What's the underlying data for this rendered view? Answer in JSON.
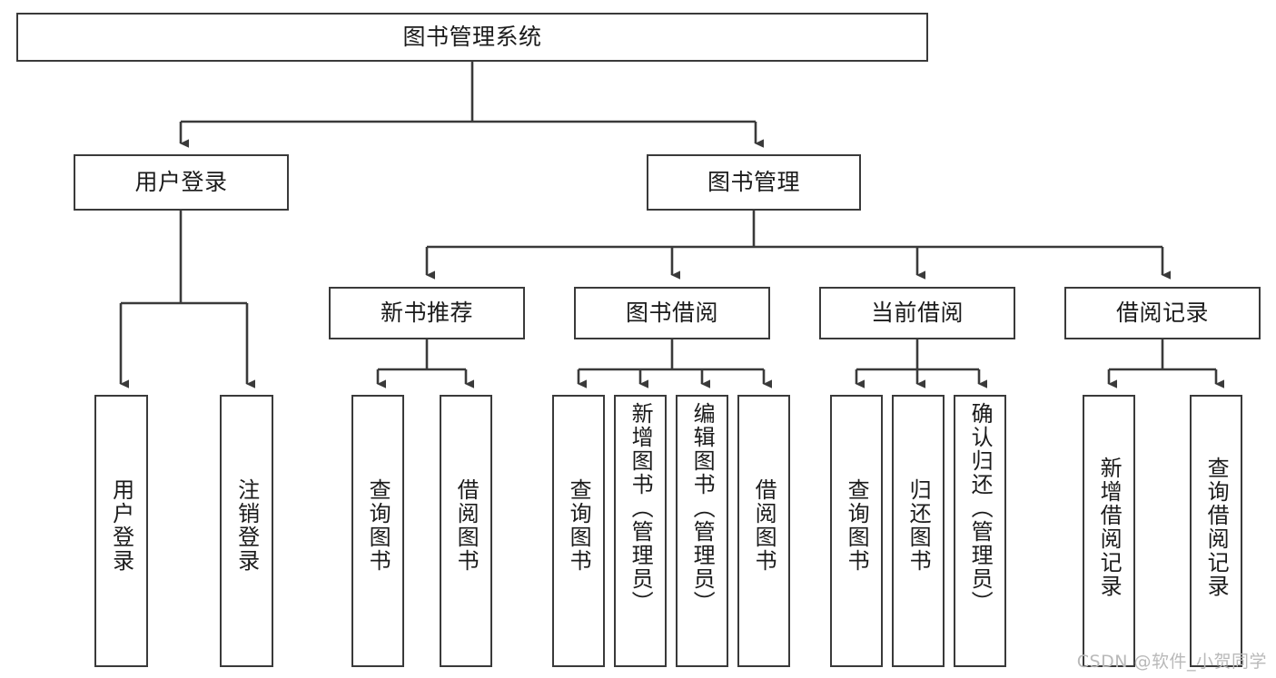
{
  "diagram": {
    "type": "tree-hierarchy",
    "title": "图书管理系统",
    "watermark": "CSDN @软件_小贺同学",
    "colors": {
      "box_border": "#3a3a3a",
      "box_fill": "#ffffff",
      "edge": "#3a3a3a",
      "text": "#1b1b1b",
      "watermark": "#b9b9b9",
      "background": "#ffffff"
    },
    "levels": {
      "root": {
        "label": "图书管理系统"
      },
      "level2": [
        {
          "id": "user-login",
          "label": "用户登录"
        },
        {
          "id": "book-management",
          "label": "图书管理"
        }
      ],
      "level3": [
        {
          "id": "new-book-recommend",
          "label": "新书推荐",
          "parent": "book-management"
        },
        {
          "id": "book-borrow",
          "label": "图书借阅",
          "parent": "book-management"
        },
        {
          "id": "current-borrow",
          "label": "当前借阅",
          "parent": "book-management"
        },
        {
          "id": "borrow-record",
          "label": "借阅记录",
          "parent": "book-management"
        }
      ],
      "leaves": [
        {
          "id": "leaf-user-login",
          "label": "用户登录",
          "parent": "user-login"
        },
        {
          "id": "leaf-user-logout",
          "label": "注销登录",
          "parent": "user-login"
        },
        {
          "id": "leaf-query-book-1",
          "label": "查询图书",
          "parent": "new-book-recommend"
        },
        {
          "id": "leaf-borrow-book-1",
          "label": "借阅图书",
          "parent": "new-book-recommend"
        },
        {
          "id": "leaf-query-book-2",
          "label": "查询图书",
          "parent": "book-borrow"
        },
        {
          "id": "leaf-add-book",
          "label": "新增图书（管理员）",
          "parent": "book-borrow"
        },
        {
          "id": "leaf-edit-book",
          "label": "编辑图书（管理员）",
          "parent": "book-borrow"
        },
        {
          "id": "leaf-borrow-book-2",
          "label": "借阅图书",
          "parent": "book-borrow"
        },
        {
          "id": "leaf-query-book-3",
          "label": "查询图书",
          "parent": "current-borrow"
        },
        {
          "id": "leaf-return-book",
          "label": "归还图书",
          "parent": "current-borrow"
        },
        {
          "id": "leaf-confirm-return",
          "label": "确认归还（管理员）",
          "parent": "current-borrow"
        },
        {
          "id": "leaf-add-record",
          "label": "新增借阅记录",
          "parent": "borrow-record"
        },
        {
          "id": "leaf-query-record",
          "label": "查询借阅记录",
          "parent": "borrow-record"
        }
      ]
    }
  }
}
